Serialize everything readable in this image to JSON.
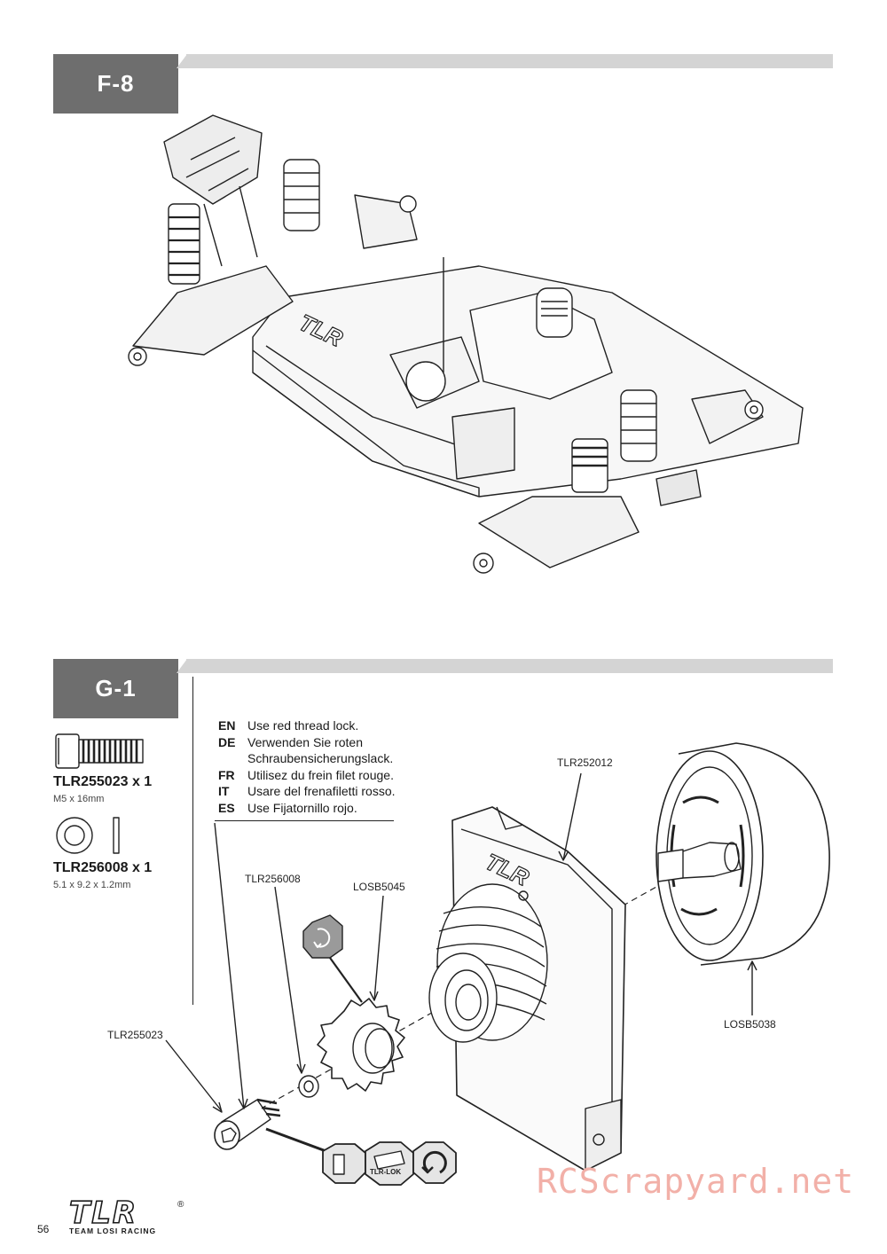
{
  "steps": [
    {
      "label": "F-8"
    },
    {
      "label": "G-1"
    }
  ],
  "instructions": [
    {
      "code": "EN",
      "text": "Use red thread lock."
    },
    {
      "code": "DE",
      "text": "Verwenden Sie roten Schraubensicherungslack."
    },
    {
      "code": "FR",
      "text": "Utilisez du frein filet rouge."
    },
    {
      "code": "IT",
      "text": "Usare del frenafiletti rosso."
    },
    {
      "code": "ES",
      "text": "Use Fijatornillo rojo."
    }
  ],
  "parts": [
    {
      "title": "TLR255023 x 1",
      "spec": "M5 x 16mm"
    },
    {
      "title": "TLR256008 x 1",
      "spec": "5.1 x 9.2 x 1.2mm"
    }
  ],
  "callouts": {
    "clutch_housing": "TLR252012",
    "washer": "TLR256008",
    "pinion": "LOSB5045",
    "flywheel": "LOSB5038",
    "screw": "TLR255023"
  },
  "badges": {
    "threadlock": "TLR-LOK"
  },
  "brand": {
    "logo": "TLR",
    "tagline": "TEAM LOSI RACING",
    "reg": "®"
  },
  "page_number": "56",
  "watermark": "RCScrapyard.net"
}
